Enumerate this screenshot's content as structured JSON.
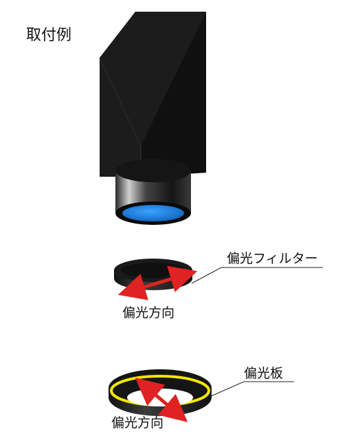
{
  "title": "取付例",
  "filter": {
    "label": "偏光フィルター",
    "direction_label": "偏光方向"
  },
  "plate": {
    "label": "偏光板",
    "direction_label": "偏光方向"
  },
  "colors": {
    "camera_body": "#1c1c1c",
    "camera_top": "#2e2e2e",
    "camera_right": "#0d0d0d",
    "lens_barrel": "#1a1a1a",
    "lens_glass": "#1e7fe0",
    "filter_ring": "#1a1a1a",
    "arrow": "#e02222",
    "plate_inner_ring": "#f3e600",
    "leader_line": "#222222"
  }
}
